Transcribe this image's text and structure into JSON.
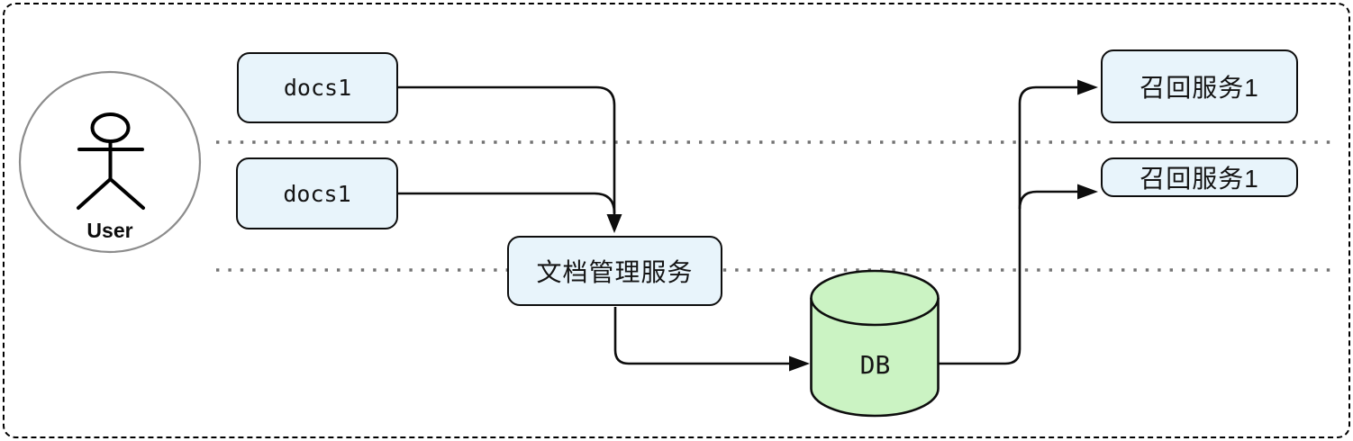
{
  "actor": {
    "label": "User"
  },
  "nodes": {
    "docs_top": {
      "label": "docs1"
    },
    "docs_bottom": {
      "label": "docs1"
    },
    "doc_service": {
      "label": "文档管理服务"
    },
    "db": {
      "label": "DB"
    },
    "recall_top": {
      "label": "召回服务1"
    },
    "recall_bottom": {
      "label": "召回服务1"
    }
  },
  "colors": {
    "node_fill": "#e8f4fb",
    "node_border": "#0d0d0d",
    "db_fill": "#cbf3c3",
    "connector": "#0d0d0d",
    "separator_dots": "#737373",
    "actor_circle_stroke": "#8c8c8c",
    "background": "#ffffff"
  }
}
